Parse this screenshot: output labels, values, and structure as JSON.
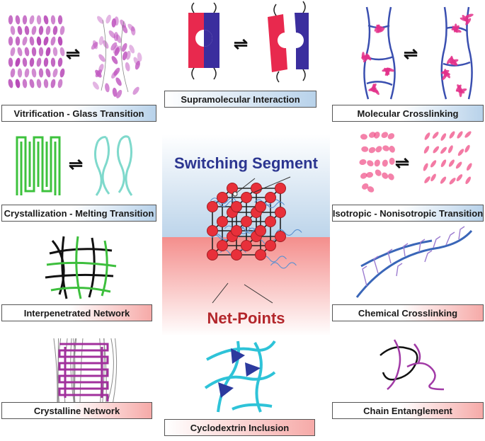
{
  "labels": {
    "vitrification": "Vitrification - Glass Transition",
    "supramolecular": "Supramolecular Interaction",
    "molecular_crosslinking": "Molecular Crosslinking",
    "crystallization": "Crystallization - Melting Transition",
    "isotropic": "Isotropic - Nonisotropic Transition",
    "interpenetrated": "Interpenetrated Network",
    "chemical_crosslinking": "Chemical Crosslinking",
    "crystalline_network": "Crystalline Network",
    "cyclodextrin": "Cyclodextrin Inclusion",
    "chain_entanglement": "Chain Entanglement"
  },
  "center": {
    "switching_segment": "Switching Segment",
    "net_points": "Net-Points"
  },
  "colors": {
    "switching_segment_text": "#2b3590",
    "net_points_text": "#b3262b",
    "center_top": "#c9dcec",
    "center_bottom": "#f59a98",
    "net_point_fill": "#e8303a",
    "magenta": "#b43fb4",
    "green": "#3bbf3b",
    "teal": "#7fd9cc",
    "navy": "#3a3a9e",
    "crimson": "#e3264a",
    "blue_chain": "#3c66b8",
    "cyan": "#2cc0d6",
    "pink": "#e8447a"
  },
  "symbols": {
    "equilibrium": "⇌"
  }
}
